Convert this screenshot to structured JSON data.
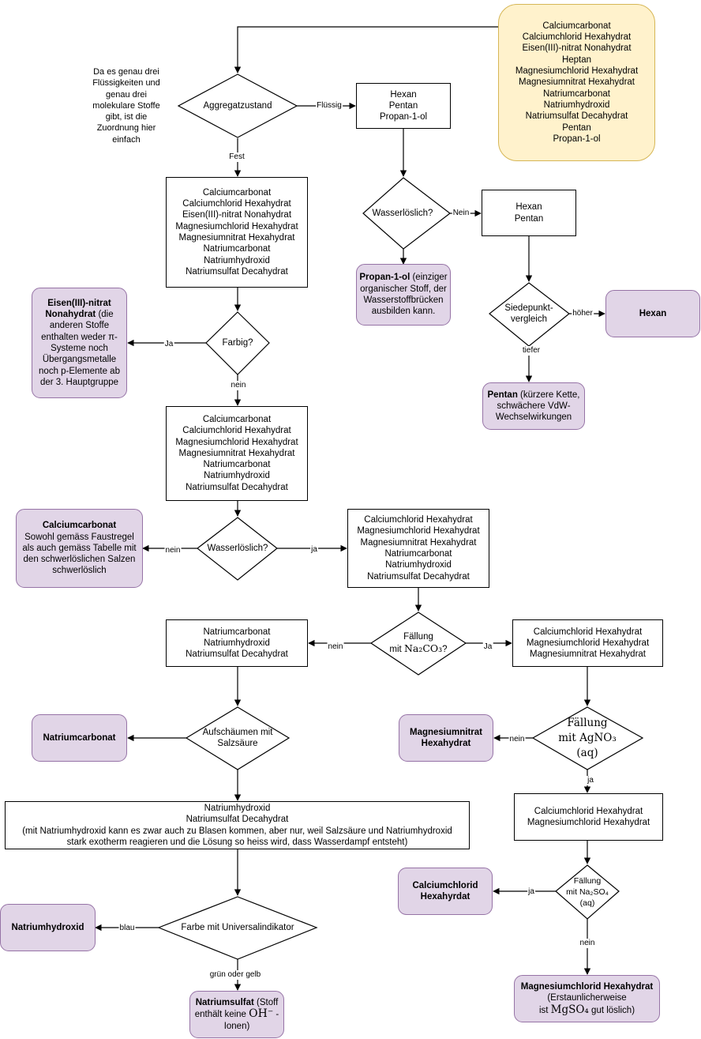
{
  "start_box": {
    "lines": [
      "Calciumcarbonat",
      "Calciumchlorid Hexahydrat",
      "Eisen(III)-nitrat Nonahydrat",
      "Heptan",
      "Magnesiumchlorid Hexahydrat",
      "Magnesiumnitrat Hexahydrat",
      "Natriumcarbonat",
      "Natriumhydroxid",
      "Natriumsulfat Decahydrat",
      "Pentan",
      "Propan-1-ol"
    ]
  },
  "note": {
    "lines": [
      "Da es genau drei",
      "Flüssigkeiten und",
      "genau drei",
      "molekulare Stoffe",
      "gibt, ist die",
      "Zuordnung hier",
      "einfach"
    ]
  },
  "d_aggregat": {
    "label": "Aggregatzustand"
  },
  "liquid_box": {
    "lines": [
      "Hexan",
      "Pentan",
      "Propan-1-ol"
    ]
  },
  "d_wasserloeslich1": {
    "label": "Wasserlöslich?"
  },
  "hexan_pentan_box": {
    "lines": [
      "Hexan",
      "Pentan"
    ]
  },
  "propanol_result": {
    "bold": "Propan-1-ol",
    "text": " (einziger organischer Stoff, der Wasserstoffbrücken ausbilden kann."
  },
  "d_siedepunkt": {
    "lines": [
      "Siedepunkt-",
      "vergleich"
    ]
  },
  "hexan_result": {
    "bold": "Hexan"
  },
  "pentan_result": {
    "bold": "Pentan",
    "text": " (kürzere Kette, schwächere VdW-Wechselwirkungen"
  },
  "solid_box": {
    "lines": [
      "Calciumcarbonat",
      "Calciumchlorid Hexahydrat",
      "Eisen(III)-nitrat Nonahydrat",
      "Magnesiumchlorid Hexahydrat",
      "Magnesiumnitrat Hexahydrat",
      "Natriumcarbonat",
      "Natriumhydroxid",
      "Natriumsulfat Decahydrat"
    ]
  },
  "d_farbig": {
    "label": "Farbig?"
  },
  "eisen_result": {
    "bold": "Eisen(III)-nitrat Nonahydrat",
    "text": " (die anderen Stoffe enthalten weder π-Systeme noch Übergangsmetalle noch p-Elemente ab der 3. Hauptgruppe"
  },
  "colorless_box": {
    "lines": [
      "Calciumcarbonat",
      "Calciumchlorid Hexahydrat",
      "Magnesiumchlorid Hexahydrat",
      "Magnesiumnitrat Hexahydrat",
      "Natriumcarbonat",
      "Natriumhydroxid",
      "Natriumsulfat Decahydrat"
    ]
  },
  "d_wasserloeslich2": {
    "label": "Wasserlöslich?"
  },
  "calciumcarbonat_result": {
    "bold": "Calciumcarbonat",
    "text": "Sowohl gemäss Faustregel als auch gemäss Tabelle mit den schwerlöslichen Salzen schwerlöslich"
  },
  "soluble_box": {
    "lines": [
      "Calciumchlorid Hexahydrat",
      "Magnesiumchlorid Hexahydrat",
      "Magnesiumnitrat Hexahydrat",
      "Natriumcarbonat",
      "Natriumhydroxid",
      "Natriumsulfat Decahydrat"
    ]
  },
  "d_faellung_na2co3": {
    "line1": "Fällung",
    "line2_pre": "mit ",
    "formula": "Na₂CO₃",
    "line2_post": "?"
  },
  "sodium_box": {
    "lines": [
      "Natriumcarbonat",
      "Natriumhydroxid",
      "Natriumsulfat Decahydrat"
    ]
  },
  "precip_box": {
    "lines": [
      "Calciumchlorid Hexahydrat",
      "Magnesiumchlorid Hexahydrat",
      "Magnesiumnitrat Hexahydrat"
    ]
  },
  "d_aufschaeumen": {
    "lines": [
      "Aufschäumen mit",
      "Salzsäure"
    ]
  },
  "natriumcarbonat_result": {
    "bold": "Natriumcarbonat"
  },
  "wide_box": {
    "lines": [
      "Natriumhydroxid",
      "Natriumsulfat Decahydrat",
      "(mit Natriumhydroxid kann es zwar auch zu Blasen kommen, aber nur, weil Salzsäure und Natriumhydroxid",
      "stark exotherm reagieren und die Lösung so heiss wird, dass Wasserdampf entsteht)"
    ]
  },
  "d_universalindikator": {
    "label": "Farbe mit Universalindikator"
  },
  "natriumhydroxid_result": {
    "bold": "Natriumhydroxid"
  },
  "natriumsulfat_result": {
    "bold": "Natriumsulfat",
    "text_pre": " (Stoff enthält keine ",
    "formula": "OH⁻",
    "text_post": " -Ionen)"
  },
  "d_faellung_agno3": {
    "line1": "Fällung",
    "line2": "mit AgNO₃",
    "line3": "(aq)"
  },
  "magnesiumnitrat_result": {
    "bold": "Magnesiumnitrat Hexahydrat"
  },
  "chloride_box": {
    "lines": [
      "Calciumchlorid Hexahydrat",
      "Magnesiumchlorid Hexahydrat"
    ]
  },
  "d_faellung_na2so4": {
    "line1": "Fällung",
    "line2": "mit Na₂SO₄",
    "line3": "(aq)"
  },
  "calciumchlorid_result": {
    "bold": "Calciumchlorid Hexahyrdat"
  },
  "magnesiumchlorid_result": {
    "bold": "Magnesiumchlorid Hexahydrat",
    "line2": "(Erstaunlicherweise",
    "line3_pre": "ist ",
    "formula": "MgSO₄",
    "line3_post": " gut löslich)"
  },
  "edge_labels": {
    "fluessig": "Flüssig",
    "fest": "Fest",
    "nein_1": "Nein",
    "hoeher": "höher",
    "tiefer": "tiefer",
    "ja_farbig": "Ja",
    "nein_farbig": "nein",
    "nein_wl2": "nein",
    "ja_wl2": "ja",
    "nein_na2co3": "nein",
    "ja_na2co3": "Ja",
    "nein_agno3": "nein",
    "ja_agno3": "ja",
    "ja_na2so4": "ja",
    "nein_na2so4": "nein",
    "blau": "blau",
    "gruen_gelb": "grün oder gelb"
  },
  "colors": {
    "result_fill": "#e1d5e7",
    "result_stroke": "#9673a6",
    "start_fill": "#fff2cc",
    "start_stroke": "#d6b656"
  }
}
